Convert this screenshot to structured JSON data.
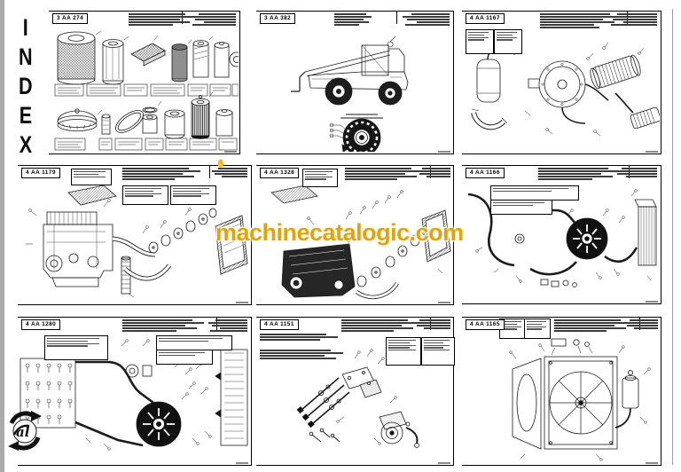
{
  "page": {
    "kind": "parts-catalog-index-page",
    "title": "INDEX",
    "watermark": "machinecatalogic.com",
    "watermark_color": "#e3a400",
    "paper_color": "#ffffff",
    "ink_color": "#000000"
  },
  "index": {
    "letters": [
      "I",
      "N",
      "D",
      "E",
      "X"
    ]
  },
  "panels": [
    {
      "code": "3 AA 274",
      "diagram": "filters-set"
    },
    {
      "code": "3 AA 382",
      "diagram": "telehandler-overview-and-tyre"
    },
    {
      "code": "4 AA 1167",
      "diagram": "air-intake-and-exhaust"
    },
    {
      "code": "4 AA 1179",
      "diagram": "engine-and-transmission-adapter"
    },
    {
      "code": "4 AA 1328",
      "diagram": "engine-and-transmission-adapter-2"
    },
    {
      "code": "4 AA 1166",
      "diagram": "cooling-hoses-and-fan"
    },
    {
      "code": "4 AA 1280",
      "diagram": "cooling-fan-and-fittings"
    },
    {
      "code": "4 AA 1151",
      "diagram": "brackets-and-bolts"
    },
    {
      "code": "4 AA 1165",
      "diagram": "radiator-assembly"
    }
  ],
  "logo": {
    "label": "machinery-brand-emblem"
  }
}
